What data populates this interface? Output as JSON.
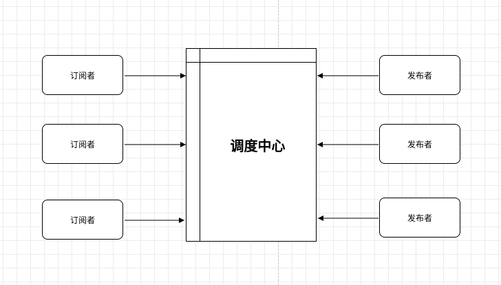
{
  "diagram": {
    "center": {
      "label": "调度中心"
    },
    "subscribers": [
      {
        "label": "订阅者"
      },
      {
        "label": "订阅者"
      },
      {
        "label": "订阅者"
      }
    ],
    "publishers": [
      {
        "label": "发布者"
      },
      {
        "label": "发布者"
      },
      {
        "label": "发布者"
      }
    ]
  }
}
